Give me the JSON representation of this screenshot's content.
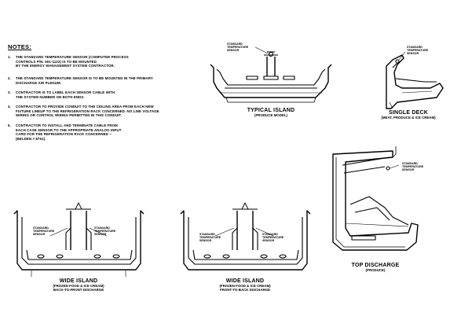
{
  "notes": {
    "title": "NOTES:",
    "items": [
      {
        "num": "1.",
        "lines": [
          "THE STANDARD TEMPERATURE SENSOR (COMPUTER PROCESS",
          "CONTROLS P/N: 501-1122) IS TO BE MOUNTED",
          "BY THE ENERGY MANAGEMENT SYSTEM CONTRACTOR."
        ]
      },
      {
        "num": "2.",
        "lines": [
          "THE STANDARD TEMPERATURE SENSOR IS TO BE MOUNTED IN THE PRIMARY",
          "DISCHARGE AIR PLENUM."
        ]
      },
      {
        "num": "3.",
        "lines": [
          "CONTRACTOR IS TO LABEL EACH SENSOR CABLE WITH",
          "THE SYSTEM NUMBER ON BOTH ENDS."
        ]
      },
      {
        "num": "4.",
        "lines": [
          "CONTRACTOR TO PROVIDE CONDUIT TO THE CEILING AREA FROM EACH NEW",
          "FIXTURE LINEUP TO THE REFRIGERATION RACK CONCERNED. NO LINE VOLTAGE",
          "WIRING OR CONTROL WIRING PERMITTED IN THIS CONDUIT."
        ]
      },
      {
        "num": "5.",
        "lines": [
          "CONTRACTOR TO INSTALL AND TERMINATE CABLE FROM",
          "EACH CASE SENSOR TO THE APPROPRIATE ANALOG INPUT",
          "CARD FOR THE REFRIGERATION RACK CONCERNED --",
          "(BELDEN # 8761)."
        ]
      }
    ]
  },
  "sensor_label": [
    "STANDARD",
    "TEMPERATURE",
    "SENSOR"
  ],
  "captions": {
    "typical_island": {
      "title": "TYPICAL ISLAND",
      "sub": [
        "(PRODUCE MODEL)"
      ]
    },
    "single_deck": {
      "title": "SINGLE DECK",
      "sub": [
        "(MEAT, PRODUCE & ICE CREAM)"
      ]
    },
    "wide_island_1": {
      "title": "WIDE ISLAND",
      "sub": [
        "(FROZEN FOOD & ICE CREAM)",
        "BACK-TO-FRONT DISCHARGE"
      ]
    },
    "wide_island_2": {
      "title": "WIDE ISLAND",
      "sub": [
        "(FROZEN FOOD & ICE CREAM)",
        "FRONT-TO-BACK DISCHARGE"
      ]
    },
    "top_discharge": {
      "title": "TOP DISCHARGE",
      "sub": [
        "(PRODUCE)"
      ]
    }
  }
}
